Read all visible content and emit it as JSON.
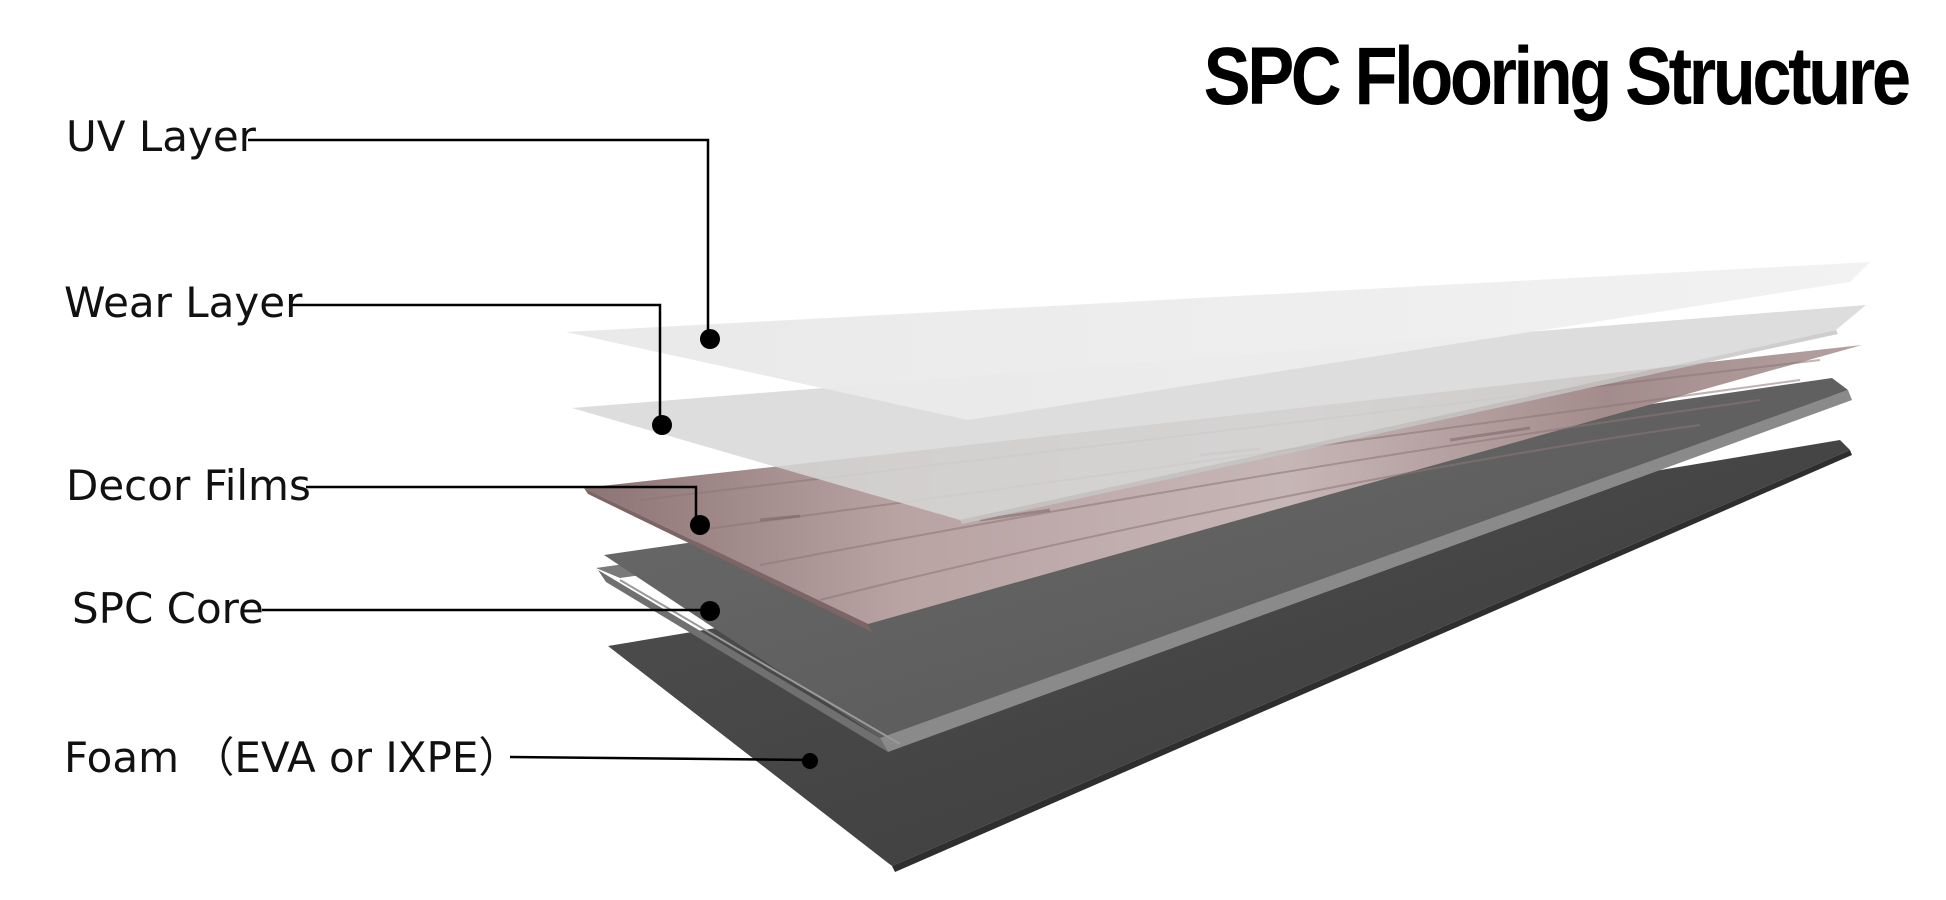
{
  "diagram": {
    "title": "SPC Flooring Structure",
    "layers": [
      {
        "id": "uv",
        "label": "UV Layer"
      },
      {
        "id": "wear",
        "label": "Wear Layer"
      },
      {
        "id": "decor",
        "label": "Decor Films"
      },
      {
        "id": "spc",
        "label": "SPC Core"
      },
      {
        "id": "foam",
        "label": "Foam （EVA or IXPE）"
      }
    ],
    "colors": {
      "uv_layer": "#ececec",
      "wear_layer": "#dcdcdc",
      "decor_film": "#a89090",
      "spc_core": "#5f5f5f",
      "spc_core_edge": "#8a8a8a",
      "foam": "#444444",
      "leader_line": "#000000"
    }
  }
}
